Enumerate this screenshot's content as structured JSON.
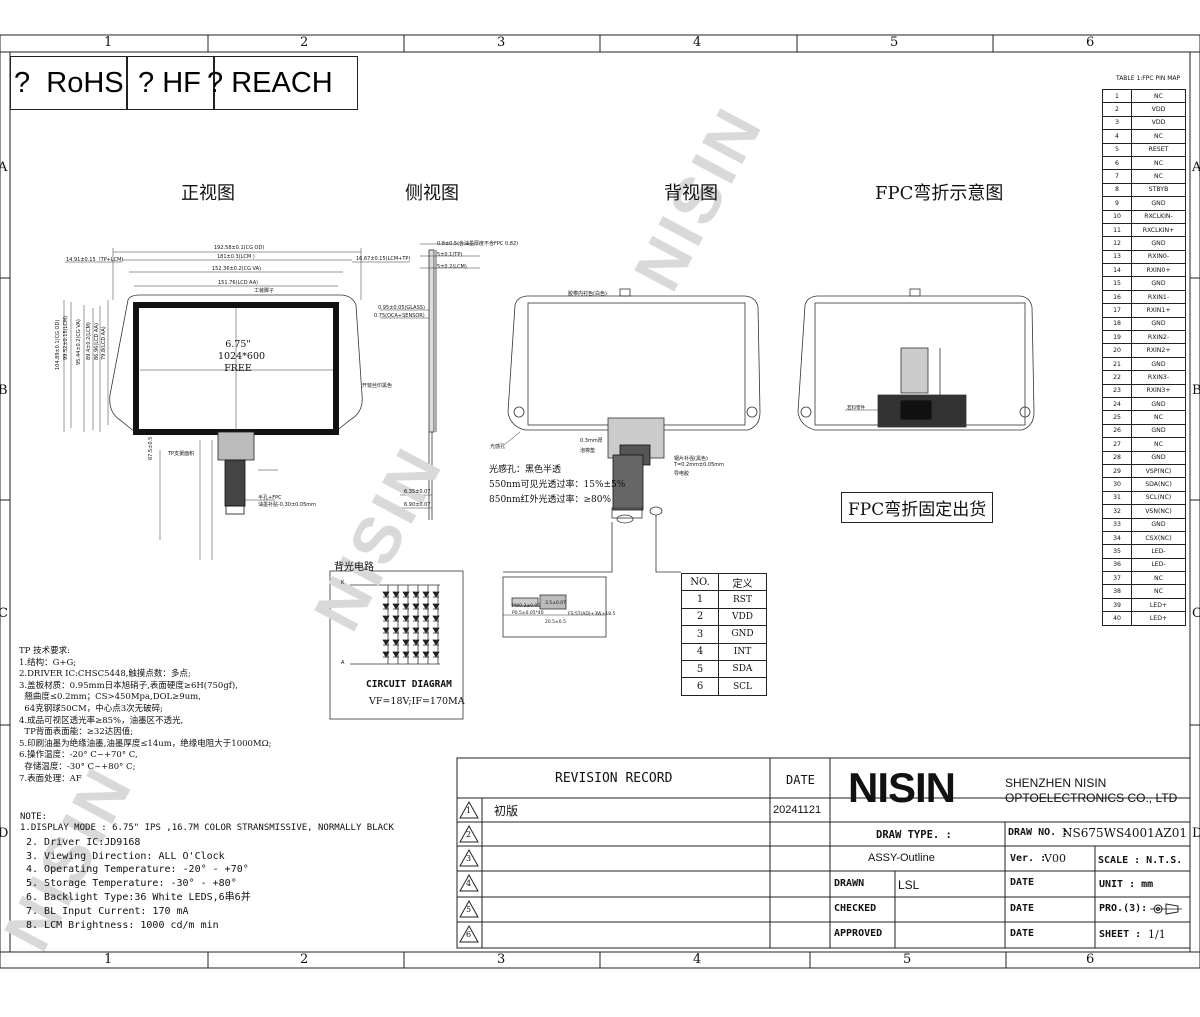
{
  "frame": {
    "columns": [
      "1",
      "2",
      "3",
      "4",
      "5",
      "6"
    ],
    "rows": [
      "A",
      "B",
      "C",
      "D"
    ]
  },
  "certifications": [
    {
      "mark": "?",
      "label": "RoHS"
    },
    {
      "mark": "?",
      "label": "HF"
    },
    {
      "mark": "?",
      "label": "REACH"
    }
  ],
  "watermark_text": "NISIN",
  "views": {
    "front": "正视图",
    "side": "侧视图",
    "back": "背视图",
    "fpc": "FPC弯折示意图"
  },
  "front_view": {
    "screen_size": "6.75\"",
    "resolution": "1024*600",
    "free": "FREE",
    "dims": [
      "192.58±0.1(CG OD)",
      "181±0.3(LCM )",
      "152.36±0.2(CG VA)",
      "151.76(LCD AA)",
      "14.91±0.15（TP+LCM)",
      "16.67±0.15(LCM+TP)",
      "工装脚子",
      "开窗丝印黑色"
    ],
    "vdims": [
      "104.89±0.1(CG OD)",
      "99.52±0.15(LCM)",
      "95.44±0.2(CG VA)",
      "89.4±0.2(LCM)",
      "86.96(LCD AA)",
      "79.8(LCD AA)"
    ],
    "callouts": [
      "TP支援面积",
      "半孔+FPC",
      "油墨补贴-0.30±0.05mm",
      "67.5±0.5"
    ]
  },
  "side_view": {
    "dims": [
      "0.8±0.5(含油墨厚度不含FPC 0.82)",
      "5±0.1(TP)",
      "5±0.2(LCM)",
      "0.95±0.05(GLASS)",
      "0.75(OCA+SENSOR)",
      "6.35±0.07",
      "6.90±0.07"
    ]
  },
  "back_view": {
    "callouts": [
      "胶带内衬色(白色)",
      "光感孔",
      "0.3mm厚",
      "泡棉垫",
      "钢片补强(黑色)",
      "T=0.2mm±0.05mm",
      "导电胶"
    ],
    "sensor_note": "光感孔：黑色半透",
    "visible_trans": "550nm可见光透过率：15%±5%",
    "ir_trans": "850nm红外光透过率：≥80%",
    "detail_dims": [
      "3.5±0.07",
      "20.5±0.5",
      "FS:5T(AD)+3W±18.5",
      "PW0.3±0.05",
      "P0.5±0.05*40"
    ]
  },
  "fpc_view": {
    "note": "FPC弯折固定出货",
    "callout": "若料零件"
  },
  "circuit": {
    "label": "背光电路",
    "title": "CIRCUIT DIAGRAM",
    "spec": "VF=18V;IF=170MA",
    "k": "K",
    "a": "A"
  },
  "signal_table": {
    "headers": [
      "NO.",
      "定义"
    ],
    "rows": [
      [
        "1",
        "RST"
      ],
      [
        "2",
        "VDD"
      ],
      [
        "3",
        "GND"
      ],
      [
        "4",
        "INT"
      ],
      [
        "5",
        "SDA"
      ],
      [
        "6",
        "SCL"
      ]
    ]
  },
  "pin_table": {
    "title": "TABLE 1:FPC PIN MAP",
    "rows": [
      [
        "1",
        "NC"
      ],
      [
        "2",
        "VDD"
      ],
      [
        "3",
        "VDD"
      ],
      [
        "4",
        "NC"
      ],
      [
        "5",
        "RESET"
      ],
      [
        "6",
        "NC"
      ],
      [
        "7",
        "NC"
      ],
      [
        "8",
        "STBYB"
      ],
      [
        "9",
        "GND"
      ],
      [
        "10",
        "RXCLKIN-"
      ],
      [
        "11",
        "RXCLKIN+"
      ],
      [
        "12",
        "GND"
      ],
      [
        "13",
        "RXIN0-"
      ],
      [
        "14",
        "RXIN0+"
      ],
      [
        "15",
        "GND"
      ],
      [
        "16",
        "RXIN1-"
      ],
      [
        "17",
        "RXIN1+"
      ],
      [
        "18",
        "GND"
      ],
      [
        "19",
        "RXIN2-"
      ],
      [
        "20",
        "RXIN2+"
      ],
      [
        "21",
        "GND"
      ],
      [
        "22",
        "RXIN3-"
      ],
      [
        "23",
        "RXIN3+"
      ],
      [
        "24",
        "GND"
      ],
      [
        "25",
        "NC"
      ],
      [
        "26",
        "GND"
      ],
      [
        "27",
        "NC"
      ],
      [
        "28",
        "GND"
      ],
      [
        "29",
        "VSP(NC)"
      ],
      [
        "30",
        "SDA(NC)"
      ],
      [
        "31",
        "SCL(NC)"
      ],
      [
        "32",
        "VSN(NC)"
      ],
      [
        "33",
        "GND"
      ],
      [
        "34",
        "CSX(NC)"
      ],
      [
        "35",
        "LED-"
      ],
      [
        "36",
        "LED-"
      ],
      [
        "37",
        "NC"
      ],
      [
        "38",
        "NC"
      ],
      [
        "39",
        "LED+"
      ],
      [
        "40",
        "LED+"
      ]
    ]
  },
  "tp_notes": {
    "title": "TP 技术要求:",
    "items": [
      "1.结构：G+G;",
      "2.DRIVER IC:CHSC5448,触摸点数：多点;",
      "3.盖板材质：0.95mm日本旭硝子,表面硬度≥6H(750gf),",
      "  翘曲度≤0.2mm；CS>450Mpa,DOL≥9um,",
      "  64克钢球50CM，中心点3次无破碎;",
      "4.成品可视区透光率≥85%，油墨区不透光,",
      "  TP背面表面能：≥32达因值;",
      "5.印刷油墨为绝缘油墨,油墨厚度≤14um，绝缘电阻大于1000MΩ;",
      "6.操作温度：-20° C~+70° C,",
      "  存储温度：-30° C~+80° C;",
      "7.表面处理：AF"
    ]
  },
  "lcm_notes": {
    "title": "NOTE:",
    "items": [
      "1.DISPLAY MODE : 6.75\" IPS ,16.7M COLOR STRANSMISSIVE, NORMALLY BLACK",
      "2. Driver IC:JD9168",
      "3. Viewing Direction: ALL O'Clock",
      "4. Operating Temperature: -20° - +70°",
      "5. Storage Temperature: -30° - +80°",
      "6. Backlight Type:36 White LEDS,6串6并",
      "7. BL Input Current: 170 mA",
      "8. LCM Brightness: 1000 cd/m min"
    ]
  },
  "title_block": {
    "revision_header": "REVISION  RECORD",
    "date_header": "DATE",
    "revisions": [
      {
        "no": "1",
        "text": "初版",
        "date": "20241121"
      },
      {
        "no": "2",
        "text": "",
        "date": ""
      },
      {
        "no": "3",
        "text": "",
        "date": ""
      },
      {
        "no": "4",
        "text": "",
        "date": ""
      },
      {
        "no": "5",
        "text": "",
        "date": ""
      },
      {
        "no": "6",
        "text": "",
        "date": ""
      }
    ],
    "logo": "NISIN",
    "company_line1": "SHENZHEN NISIN",
    "company_line2": "OPTOELECTRONICS CO., LTD",
    "draw_type_label": "DRAW TYPE. :",
    "draw_type": "ASSY-Outline",
    "draw_no_label": "DRAW NO. :",
    "draw_no": "NS675WS4001AZ01",
    "ver_label": "Ver. :",
    "ver": "V00",
    "scale_label": "SCALE : N.T.S.",
    "drawn_label": "DRAWN",
    "drawn": "LSL",
    "checked_label": "CHECKED",
    "approved_label": "APPROVED",
    "date_label": "DATE",
    "unit_label": "UNIT : mm",
    "pro_label": "PRO.(3):",
    "sheet_label": "SHEET :",
    "sheet": "1/1"
  }
}
